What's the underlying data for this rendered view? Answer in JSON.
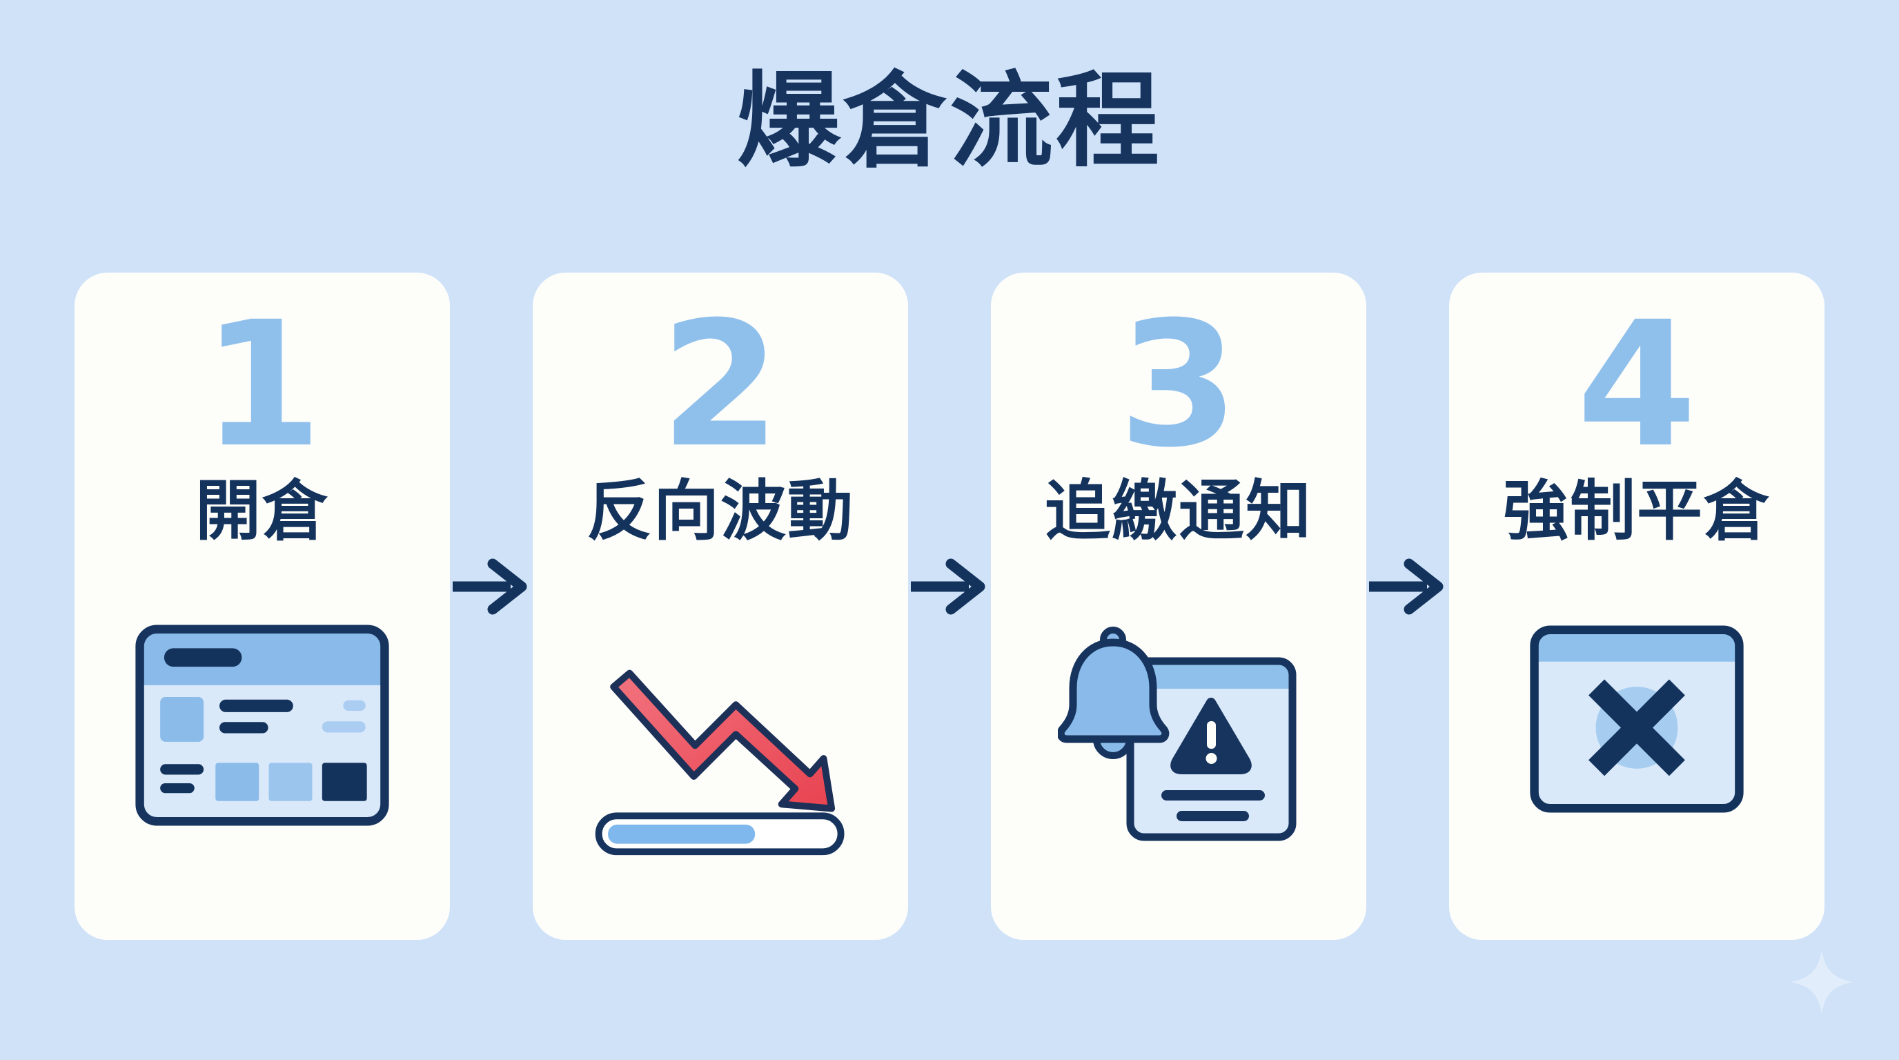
{
  "page": {
    "title": "爆倉流程"
  },
  "steps": [
    {
      "number": "1",
      "label": "開倉",
      "icon": "open-position-panel-icon"
    },
    {
      "number": "2",
      "label": "反向波動",
      "icon": "downtrend-arrow-progress-icon"
    },
    {
      "number": "3",
      "label": "追繳通知",
      "icon": "bell-warning-notice-icon"
    },
    {
      "number": "4",
      "label": "強制平倉",
      "icon": "window-close-x-icon"
    }
  ],
  "connector": "right-arrow-icon",
  "decoration": "sparkle-icon",
  "colors": {
    "background": "#cfe2f8",
    "card": "#fdfdfa",
    "number_blue": "#8fc0ec",
    "navy_text": "#14335c",
    "title_navy": "#17345f",
    "icon_medium_blue": "#89bae9",
    "icon_light_blue": "#d9e9fa",
    "icon_pale_pill": "#aacdf1",
    "arrow_red": "#ed5160",
    "progress_fill": "#7fb8ec",
    "sparkle": "#e2edfb"
  }
}
